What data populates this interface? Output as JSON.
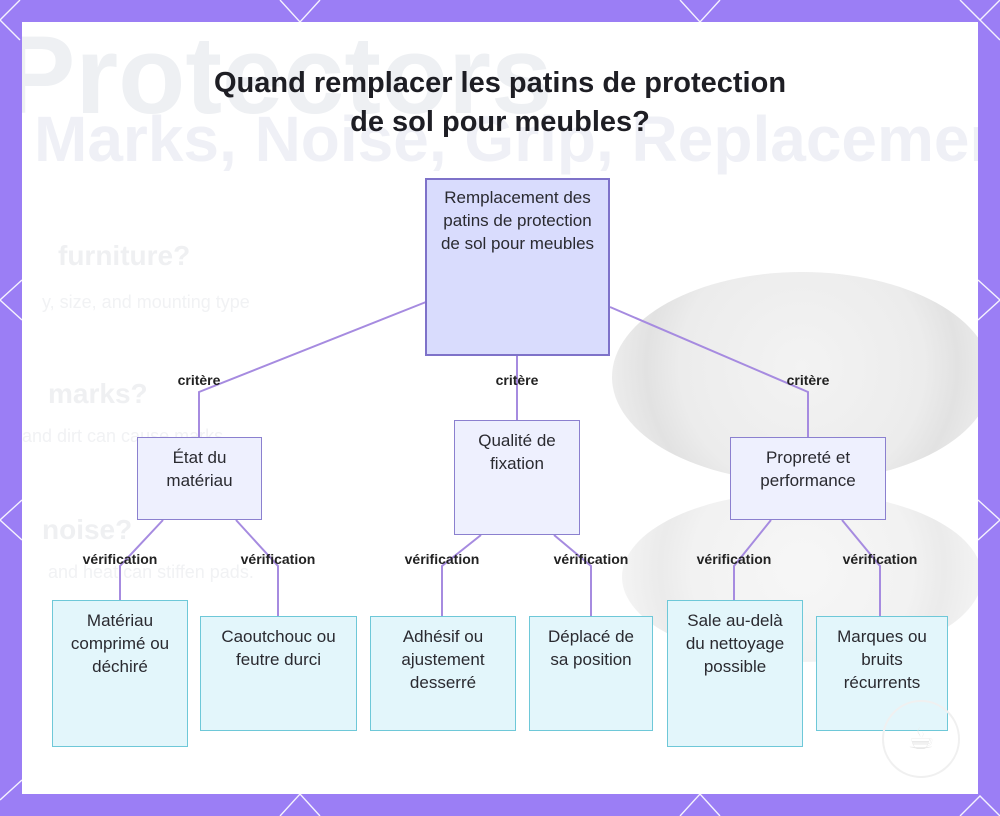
{
  "title": "Quand remplacer les patins de protection de sol pour meubles?",
  "root": "Remplacement des patins de protection de sol pour meubles",
  "criterion_label": "critère",
  "check_label": "vérification",
  "branches": [
    {
      "label": "État du matériau",
      "leaves": [
        "Matériau comprimé ou déchiré",
        "Caoutchouc ou feutre durci"
      ]
    },
    {
      "label": "Qualité de fixation",
      "leaves": [
        "Adhésif ou ajustement desserré",
        "Déplacé de sa position"
      ]
    },
    {
      "label": "Propreté et performance",
      "leaves": [
        "Sale au-delà du nettoyage possible",
        "Marques ou bruits récurrents"
      ]
    }
  ],
  "background_text": [
    "Protectors",
    "Marks, Noise, Grip, Replacement",
    "furniture?",
    "marks?",
    "noise?",
    "y, size, and mounting type",
    "and dirt can cause marks.",
    "and heat can stiffen pads."
  ],
  "colors": {
    "frame": "#9b7ef5",
    "root_fill": "#d9dcfd",
    "mid_fill": "#eef0fe",
    "leaf_fill": "#e3f6fb",
    "connector": "#a68be0"
  },
  "watermark_icon": "cup-icon"
}
